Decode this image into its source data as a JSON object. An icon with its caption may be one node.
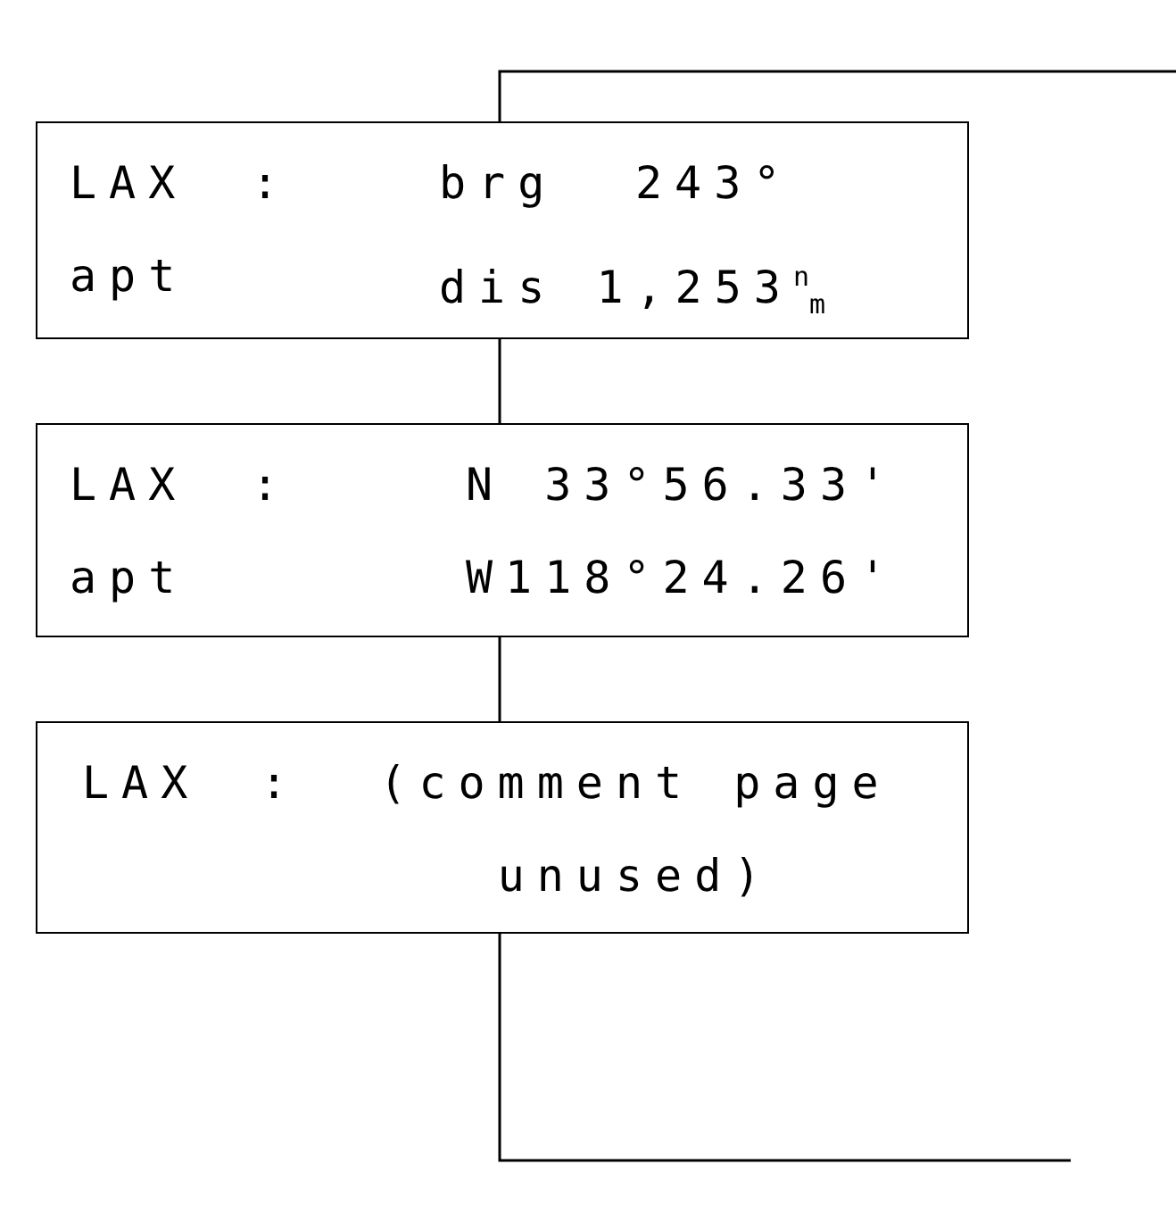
{
  "diagram": {
    "nodes": [
      {
        "text": [
          "LAX",
          ":",
          "brg",
          "243°",
          "apt",
          "dis 1,253$^{n}$$_{m}$"
        ]
      },
      {
        "text": [
          "LAX",
          ":",
          "N 33°56.33'",
          "apt",
          "W118°24.26'"
        ]
      },
      {
        "text": [
          "LAX",
          ":",
          "(comment page unused)"
        ]
      }
    ],
    "edges": [
      {
        "from": null,
        "to": 0,
        "arrow": "none"
      },
      {
        "from": 0,
        "to": 1,
        "arrow": "none"
      },
      {
        "from": 1,
        "to": 2,
        "arrow": "none"
      },
      {
        "from": 2,
        "to": null,
        "arrow": "none"
      }
    ]
  }
}
